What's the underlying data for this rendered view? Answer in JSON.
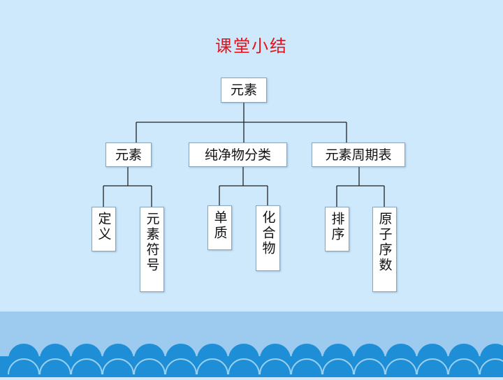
{
  "title": "课堂小结",
  "root": "元素",
  "branches": [
    {
      "label": "元素",
      "children": [
        "定义",
        "元素符号"
      ]
    },
    {
      "label": "纯净物分类",
      "children": [
        "单质",
        "化合物"
      ]
    },
    {
      "label": "元素周期表",
      "children": [
        "排序",
        "原子序数"
      ]
    }
  ],
  "colors": {
    "background": "#cde9fb",
    "title": "#e8111b",
    "lines": "#222222",
    "wave": "#1e8fd6",
    "footer": "#9ccbef"
  }
}
